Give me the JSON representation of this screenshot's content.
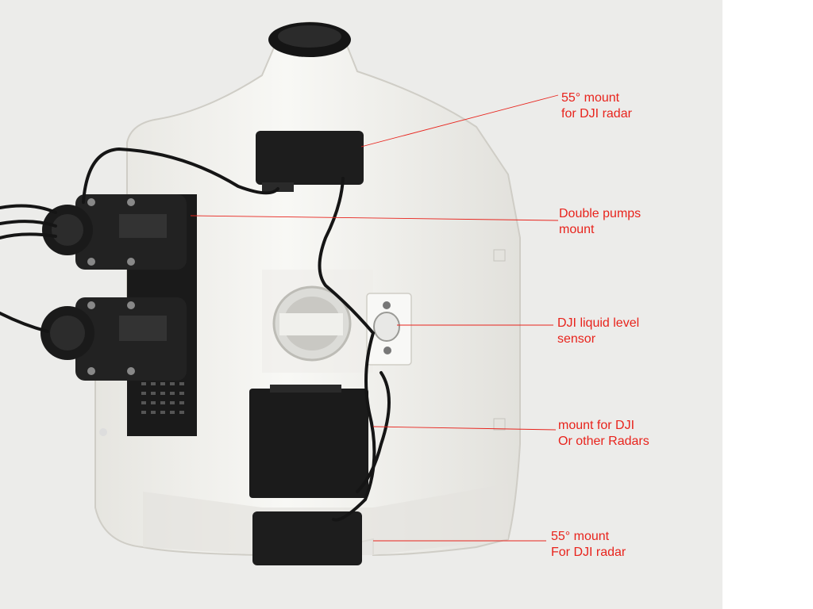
{
  "colors": {
    "annotation": "#e8231c",
    "tank": "#f4f4f0",
    "tank_shadow": "#dedcd6",
    "hardware": "#1c1c1c",
    "background": "#ececea"
  },
  "annotations": [
    {
      "id": "radar-mount-top",
      "lines": [
        "55° mount",
        "for DJI radar"
      ]
    },
    {
      "id": "pumps-mount",
      "lines": [
        "Double pumps",
        "mount"
      ]
    },
    {
      "id": "level-sensor",
      "lines": [
        "DJI liquid level",
        "sensor"
      ]
    },
    {
      "id": "radar-mount-middle",
      "lines": [
        "mount for DJI",
        "Or other Radars"
      ]
    },
    {
      "id": "radar-mount-bottom",
      "lines": [
        "55° mount",
        "For DJI radar"
      ]
    }
  ]
}
